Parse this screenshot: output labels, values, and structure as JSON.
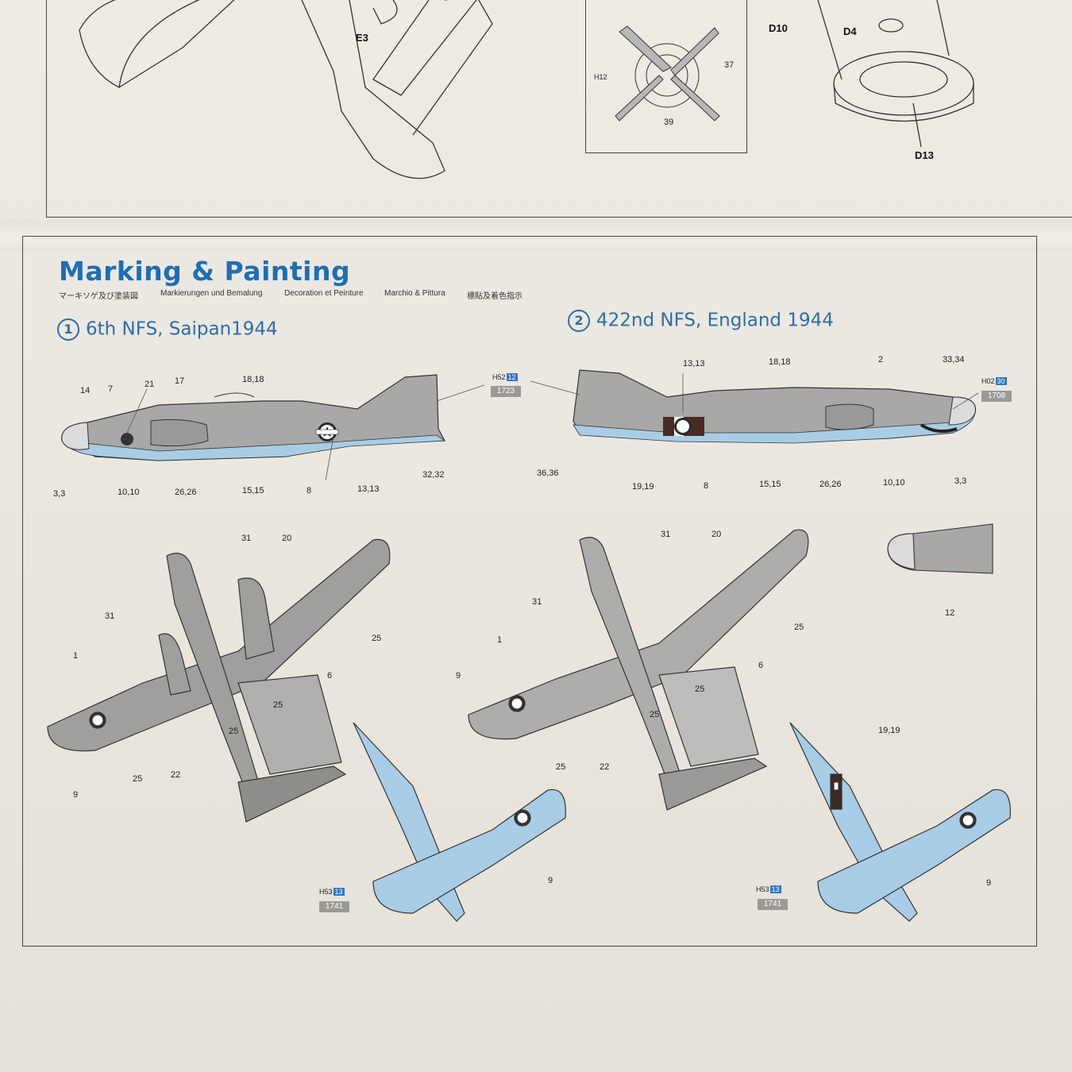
{
  "section": {
    "title": "Marking & Painting",
    "subtitles": [
      "マーキソゲ及び塗装図",
      "Markierungen und Bemalung",
      "Decoration et Peinture",
      "Marchio & Pittura",
      "標貼及着色指示"
    ]
  },
  "top_parts": {
    "e3": "E3",
    "d10": "D10",
    "d4": "D4",
    "d13": "D13",
    "h12": "H12",
    "n37": "37",
    "n39": "39"
  },
  "option1": {
    "number": "1",
    "label": "6th NFS, Saipan1944",
    "code": {
      "prefix": "H",
      "a": "52",
      "b": "12"
    },
    "paint": "1723",
    "callouts": [
      "14",
      "7",
      "21",
      "17",
      "18,18",
      "3,3",
      "10,10",
      "26,26",
      "15,15",
      "8",
      "13,13",
      "32,32"
    ]
  },
  "option2": {
    "number": "2",
    "label": "422nd NFS, England 1944",
    "code": {
      "prefix": "H",
      "a": "02",
      "b": "30"
    },
    "paint": "1708",
    "callouts": [
      "13,13",
      "18,18",
      "2",
      "33,34",
      "36,36",
      "19,19",
      "8",
      "15,15",
      "26,26",
      "10,10",
      "3,3",
      "12"
    ]
  },
  "top_views": {
    "left_callouts": [
      "31",
      "20",
      "31",
      "1",
      "25",
      "6",
      "25",
      "25",
      "22",
      "25",
      "9",
      "9"
    ],
    "right_callouts": [
      "31",
      "20",
      "31",
      "1",
      "25",
      "6",
      "9",
      "25",
      "25",
      "25",
      "22",
      "19,19",
      "9"
    ],
    "code_left": {
      "prefix": "H",
      "a": "53",
      "b": "13"
    },
    "paint_left": "1741",
    "code_right": {
      "prefix": "H",
      "a": "53",
      "b": "13"
    },
    "paint_right": "1741"
  },
  "colors": {
    "title_blue": "#1e6fb4",
    "underside_blue": "#a9cde6",
    "upper_gray": "#a8a8a6",
    "frame": "#444444"
  }
}
